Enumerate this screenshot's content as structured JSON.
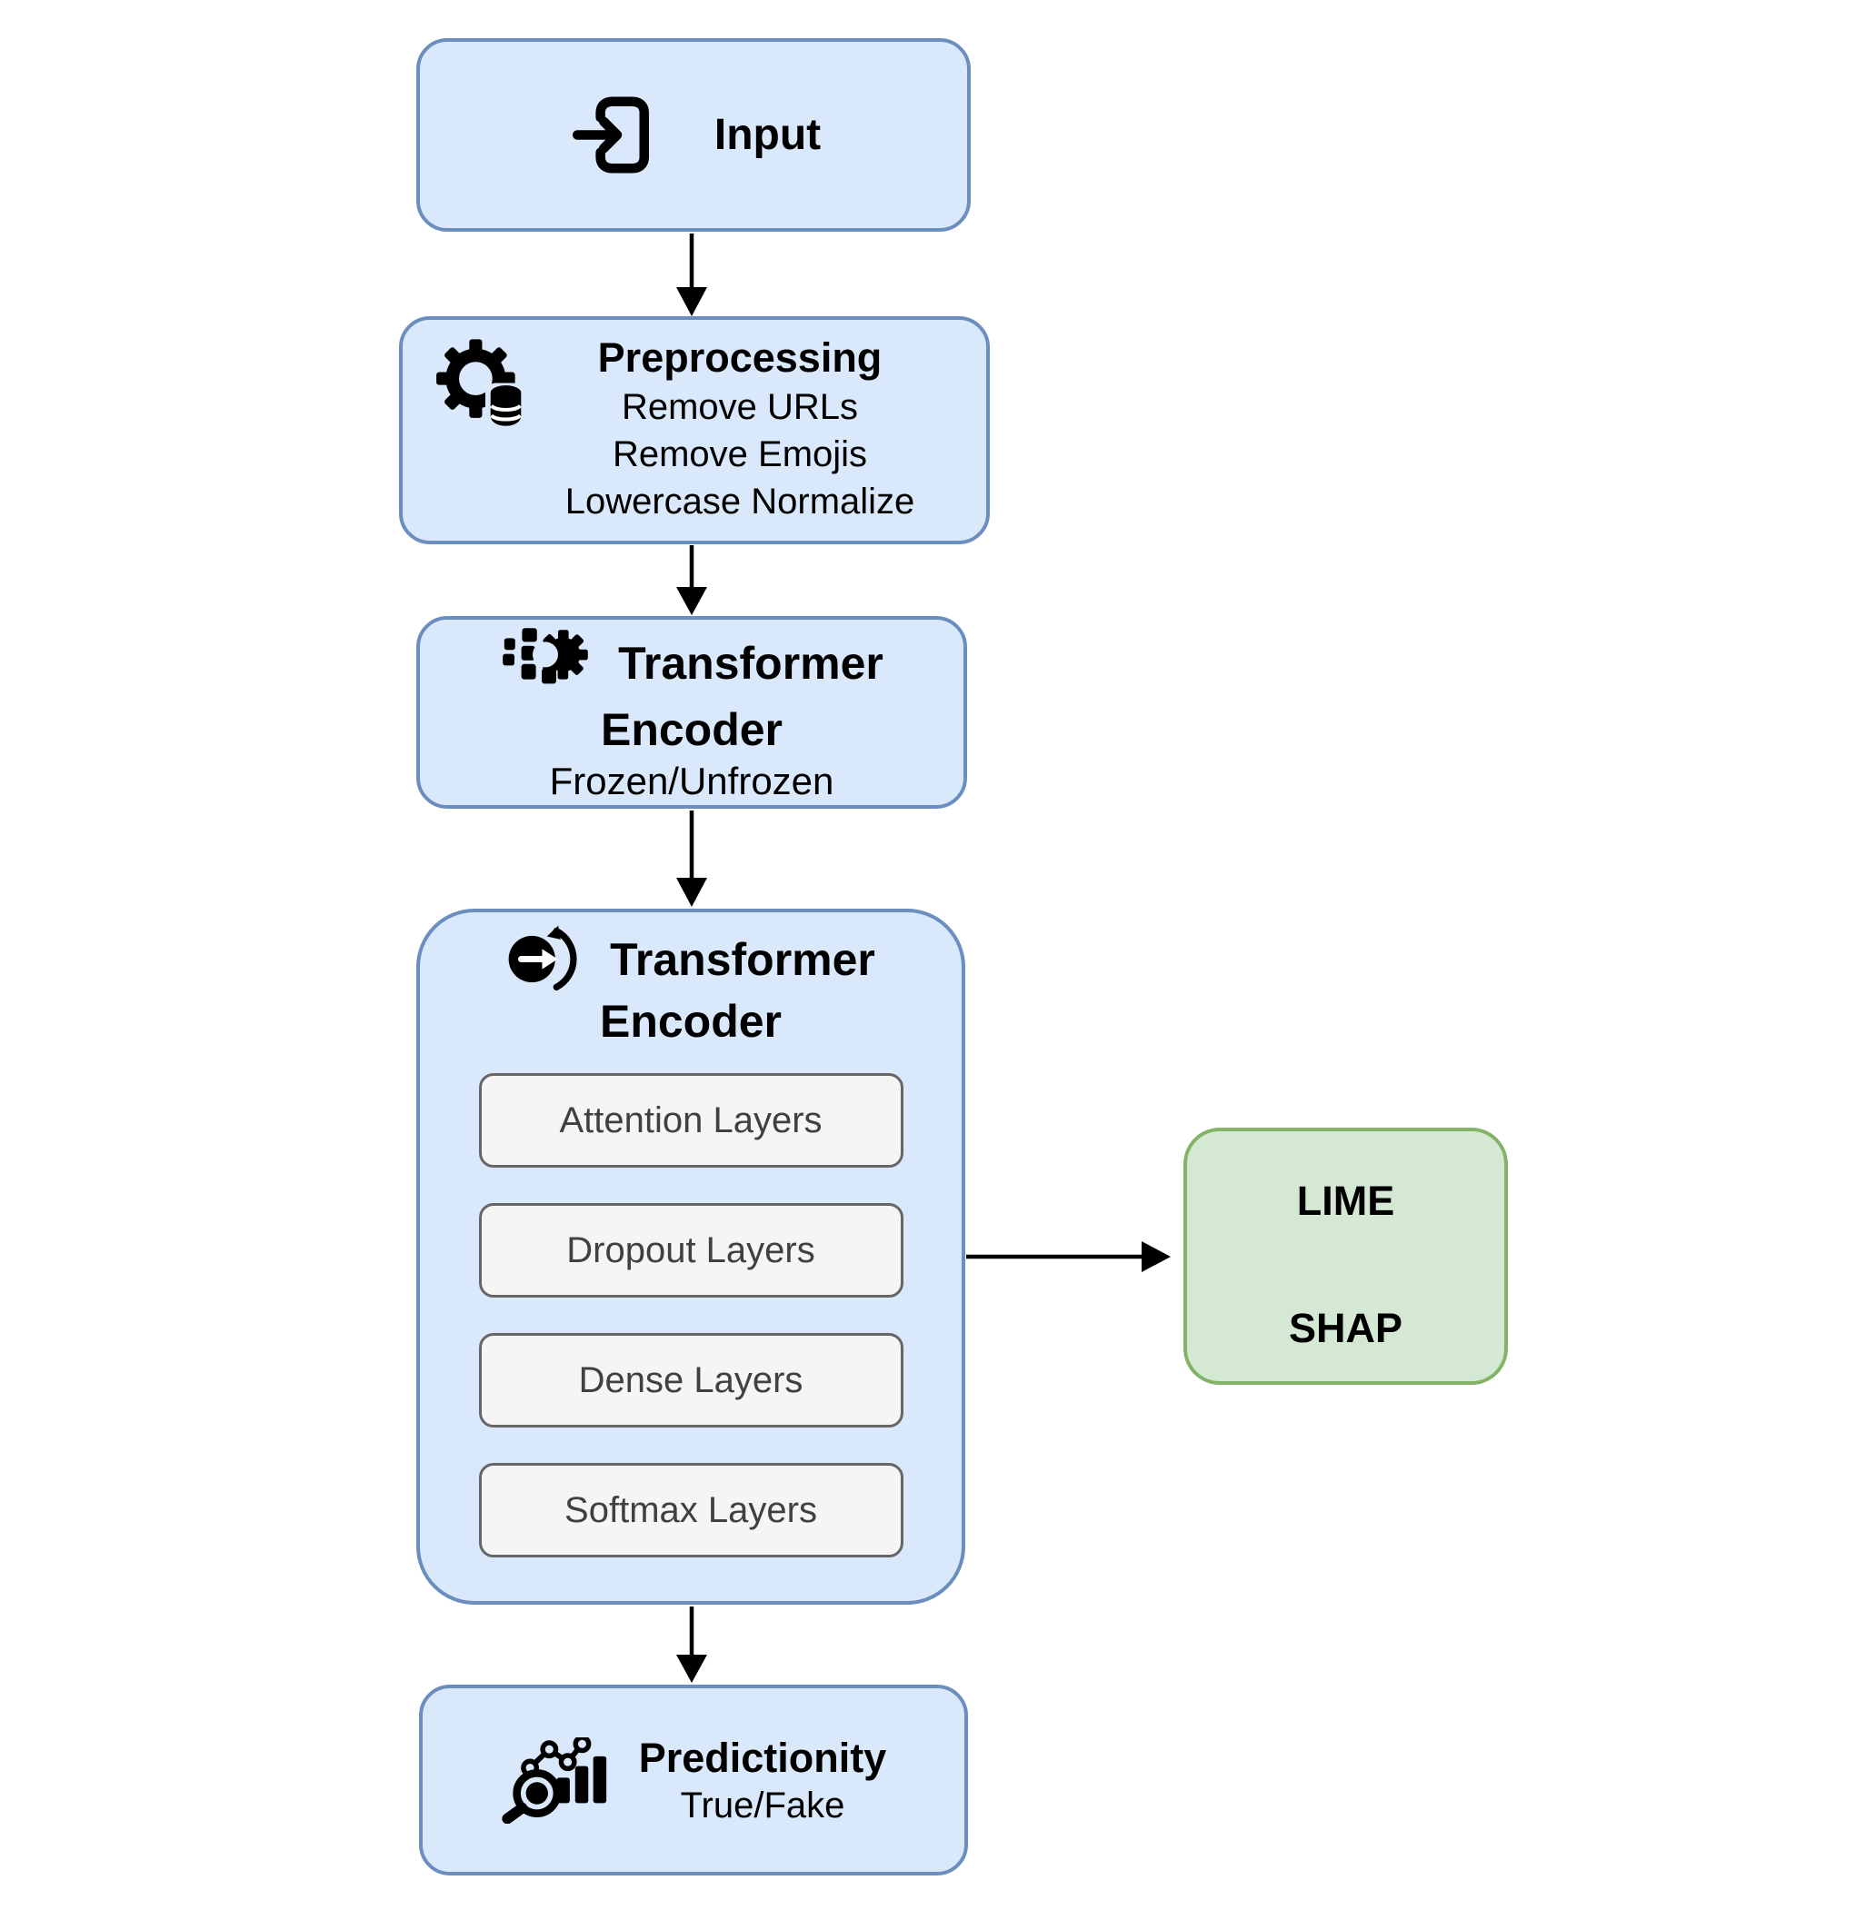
{
  "colors": {
    "node_fill": "#dae8fc",
    "node_border": "#6c8ebf",
    "inner_fill": "#f5f5f5",
    "inner_border": "#666666",
    "inner_text": "#404040",
    "explain_fill": "#d5e8d4",
    "explain_border": "#82b366",
    "arrow": "#000000",
    "text": "#000000",
    "background": "#ffffff"
  },
  "nodes": {
    "input": {
      "label": "Input",
      "icon": "enter-arrow-icon"
    },
    "preprocessing": {
      "title": "Preprocessing",
      "steps": [
        "Remove URLs",
        "Remove Emojis",
        "Lowercase Normalize"
      ],
      "icon": "gear-database-icon"
    },
    "encoder_config": {
      "title_line1": "Transformer",
      "title_line2": "Encoder",
      "subtitle": "Frozen/Unfrozen",
      "icon": "tokens-gear-icon"
    },
    "encoder_layers": {
      "title_line1": "Transformer",
      "title_line2": "Encoder",
      "icon": "transfer-circle-icon",
      "layers": [
        "Attention Layers",
        "Dropout Layers",
        "Dense Layers",
        "Softmax Layers"
      ]
    },
    "explainability": {
      "line1": "LIME",
      "line2": "SHAP"
    },
    "prediction": {
      "title": "Predictionity",
      "subtitle": "True/Fake",
      "icon": "prediction-analytics-icon"
    }
  }
}
